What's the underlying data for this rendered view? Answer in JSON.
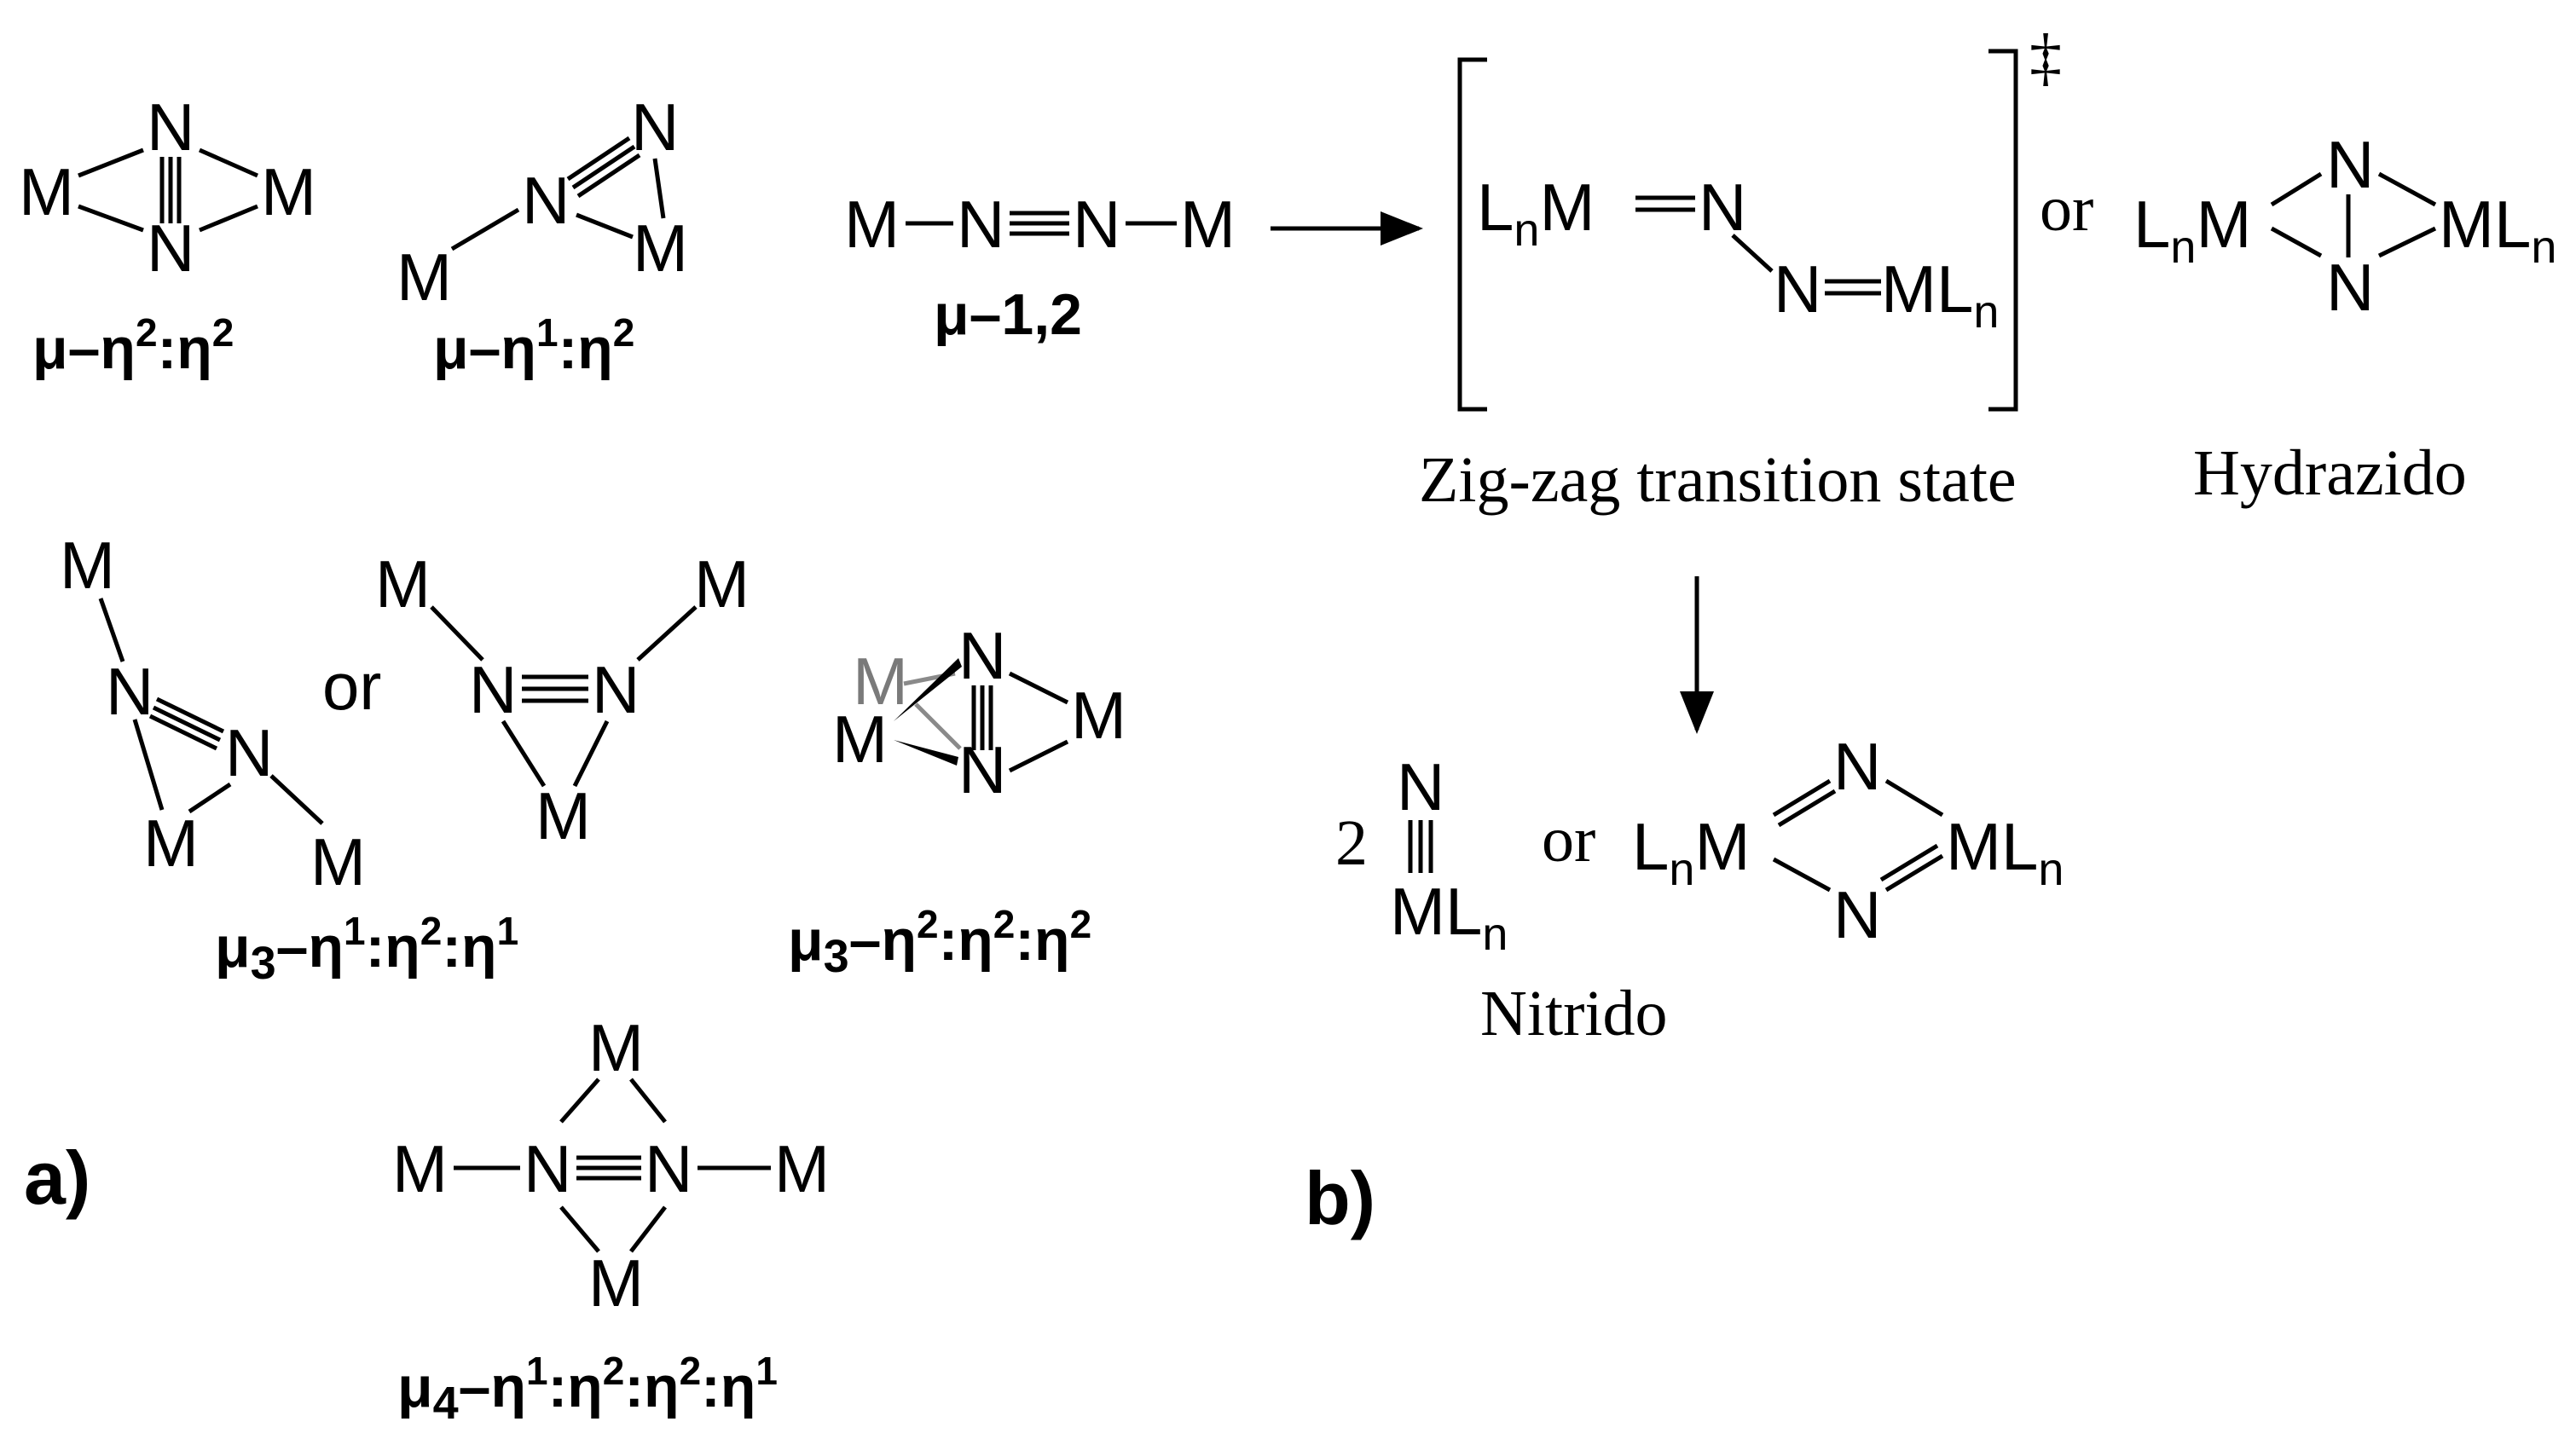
{
  "atoms": {
    "M": "M",
    "N": "N",
    "L": "L",
    "n": "n"
  },
  "panel_a": {
    "label": "a)",
    "captions": {
      "c1": {
        "mu": "μ–η",
        "sup1": "2",
        "mid": ":η",
        "sup2": "2"
      },
      "c2": {
        "mu": "μ–η",
        "sup1": "1",
        "mid": ":η",
        "sup2": "2"
      },
      "c3": {
        "mu": "μ–",
        "rest": "1,2"
      },
      "c4": {
        "mu": "μ",
        "sub": "3",
        "a": "–η",
        "s1": "1",
        "b": ":η",
        "s2": "2",
        "c": ":η",
        "s3": "1"
      },
      "c5": {
        "mu": "μ",
        "sub": "3",
        "a": "–η",
        "s1": "2",
        "b": ":η",
        "s2": "2",
        "c": ":η",
        "s3": "2"
      },
      "c6": {
        "mu": "μ",
        "sub": "4",
        "a": "–η",
        "s1": "1",
        "b": ":η",
        "s2": "2",
        "c": ":η",
        "s3": "2",
        "d": ":η",
        "s4": "1"
      }
    },
    "or": "or"
  },
  "panel_b": {
    "label": "b)",
    "transition_state_label": "Zig-zag transition state",
    "double_dagger": "‡",
    "or": "or",
    "hydrazido_label": "Hydrazido",
    "two": "2",
    "nitrido_label": "Nitrido"
  }
}
